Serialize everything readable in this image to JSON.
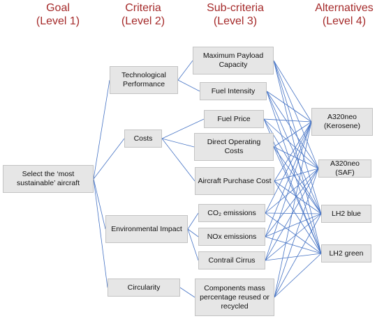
{
  "headers": [
    {
      "title": "Goal",
      "level": "(Level 1)"
    },
    {
      "title": "Criteria",
      "level": "(Level 2)"
    },
    {
      "title": "Sub-criteria",
      "level": "(Level 3)"
    },
    {
      "title": "Alternatives",
      "level": "(Level 4)"
    }
  ],
  "goal": {
    "label": "Select the ‘most sustainable’ aircraft"
  },
  "criteria": [
    {
      "label": "Technological Performance"
    },
    {
      "label": "Costs"
    },
    {
      "label": "Environmental Impact"
    },
    {
      "label": "Circularity"
    }
  ],
  "subcriteria": [
    {
      "label": "Maximum Payload Capacity",
      "criterion": 0
    },
    {
      "label": "Fuel Intensity",
      "criterion": 0
    },
    {
      "label": "Fuel Price",
      "criterion": 1
    },
    {
      "label": "Direct Operating Costs",
      "criterion": 1
    },
    {
      "label": "Aircraft Purchase Cost",
      "criterion": 1
    },
    {
      "label": "CO₂ emissions",
      "criterion": 2
    },
    {
      "label": "NOx emissions",
      "criterion": 2
    },
    {
      "label": "Contrail Cirrus",
      "criterion": 2
    },
    {
      "label": "Components mass percentage reused or recycled",
      "criterion": 3
    }
  ],
  "alternatives": [
    {
      "label": "A320neo (Kerosene)"
    },
    {
      "label": "A320neo (SAF)"
    },
    {
      "label": "LH2 blue"
    },
    {
      "label": "LH2 green"
    }
  ],
  "colors": {
    "header": "#a52a2a",
    "connector": "#4472c4",
    "box_fill": "#e6e6e6",
    "box_border": "#c3c3c3"
  }
}
